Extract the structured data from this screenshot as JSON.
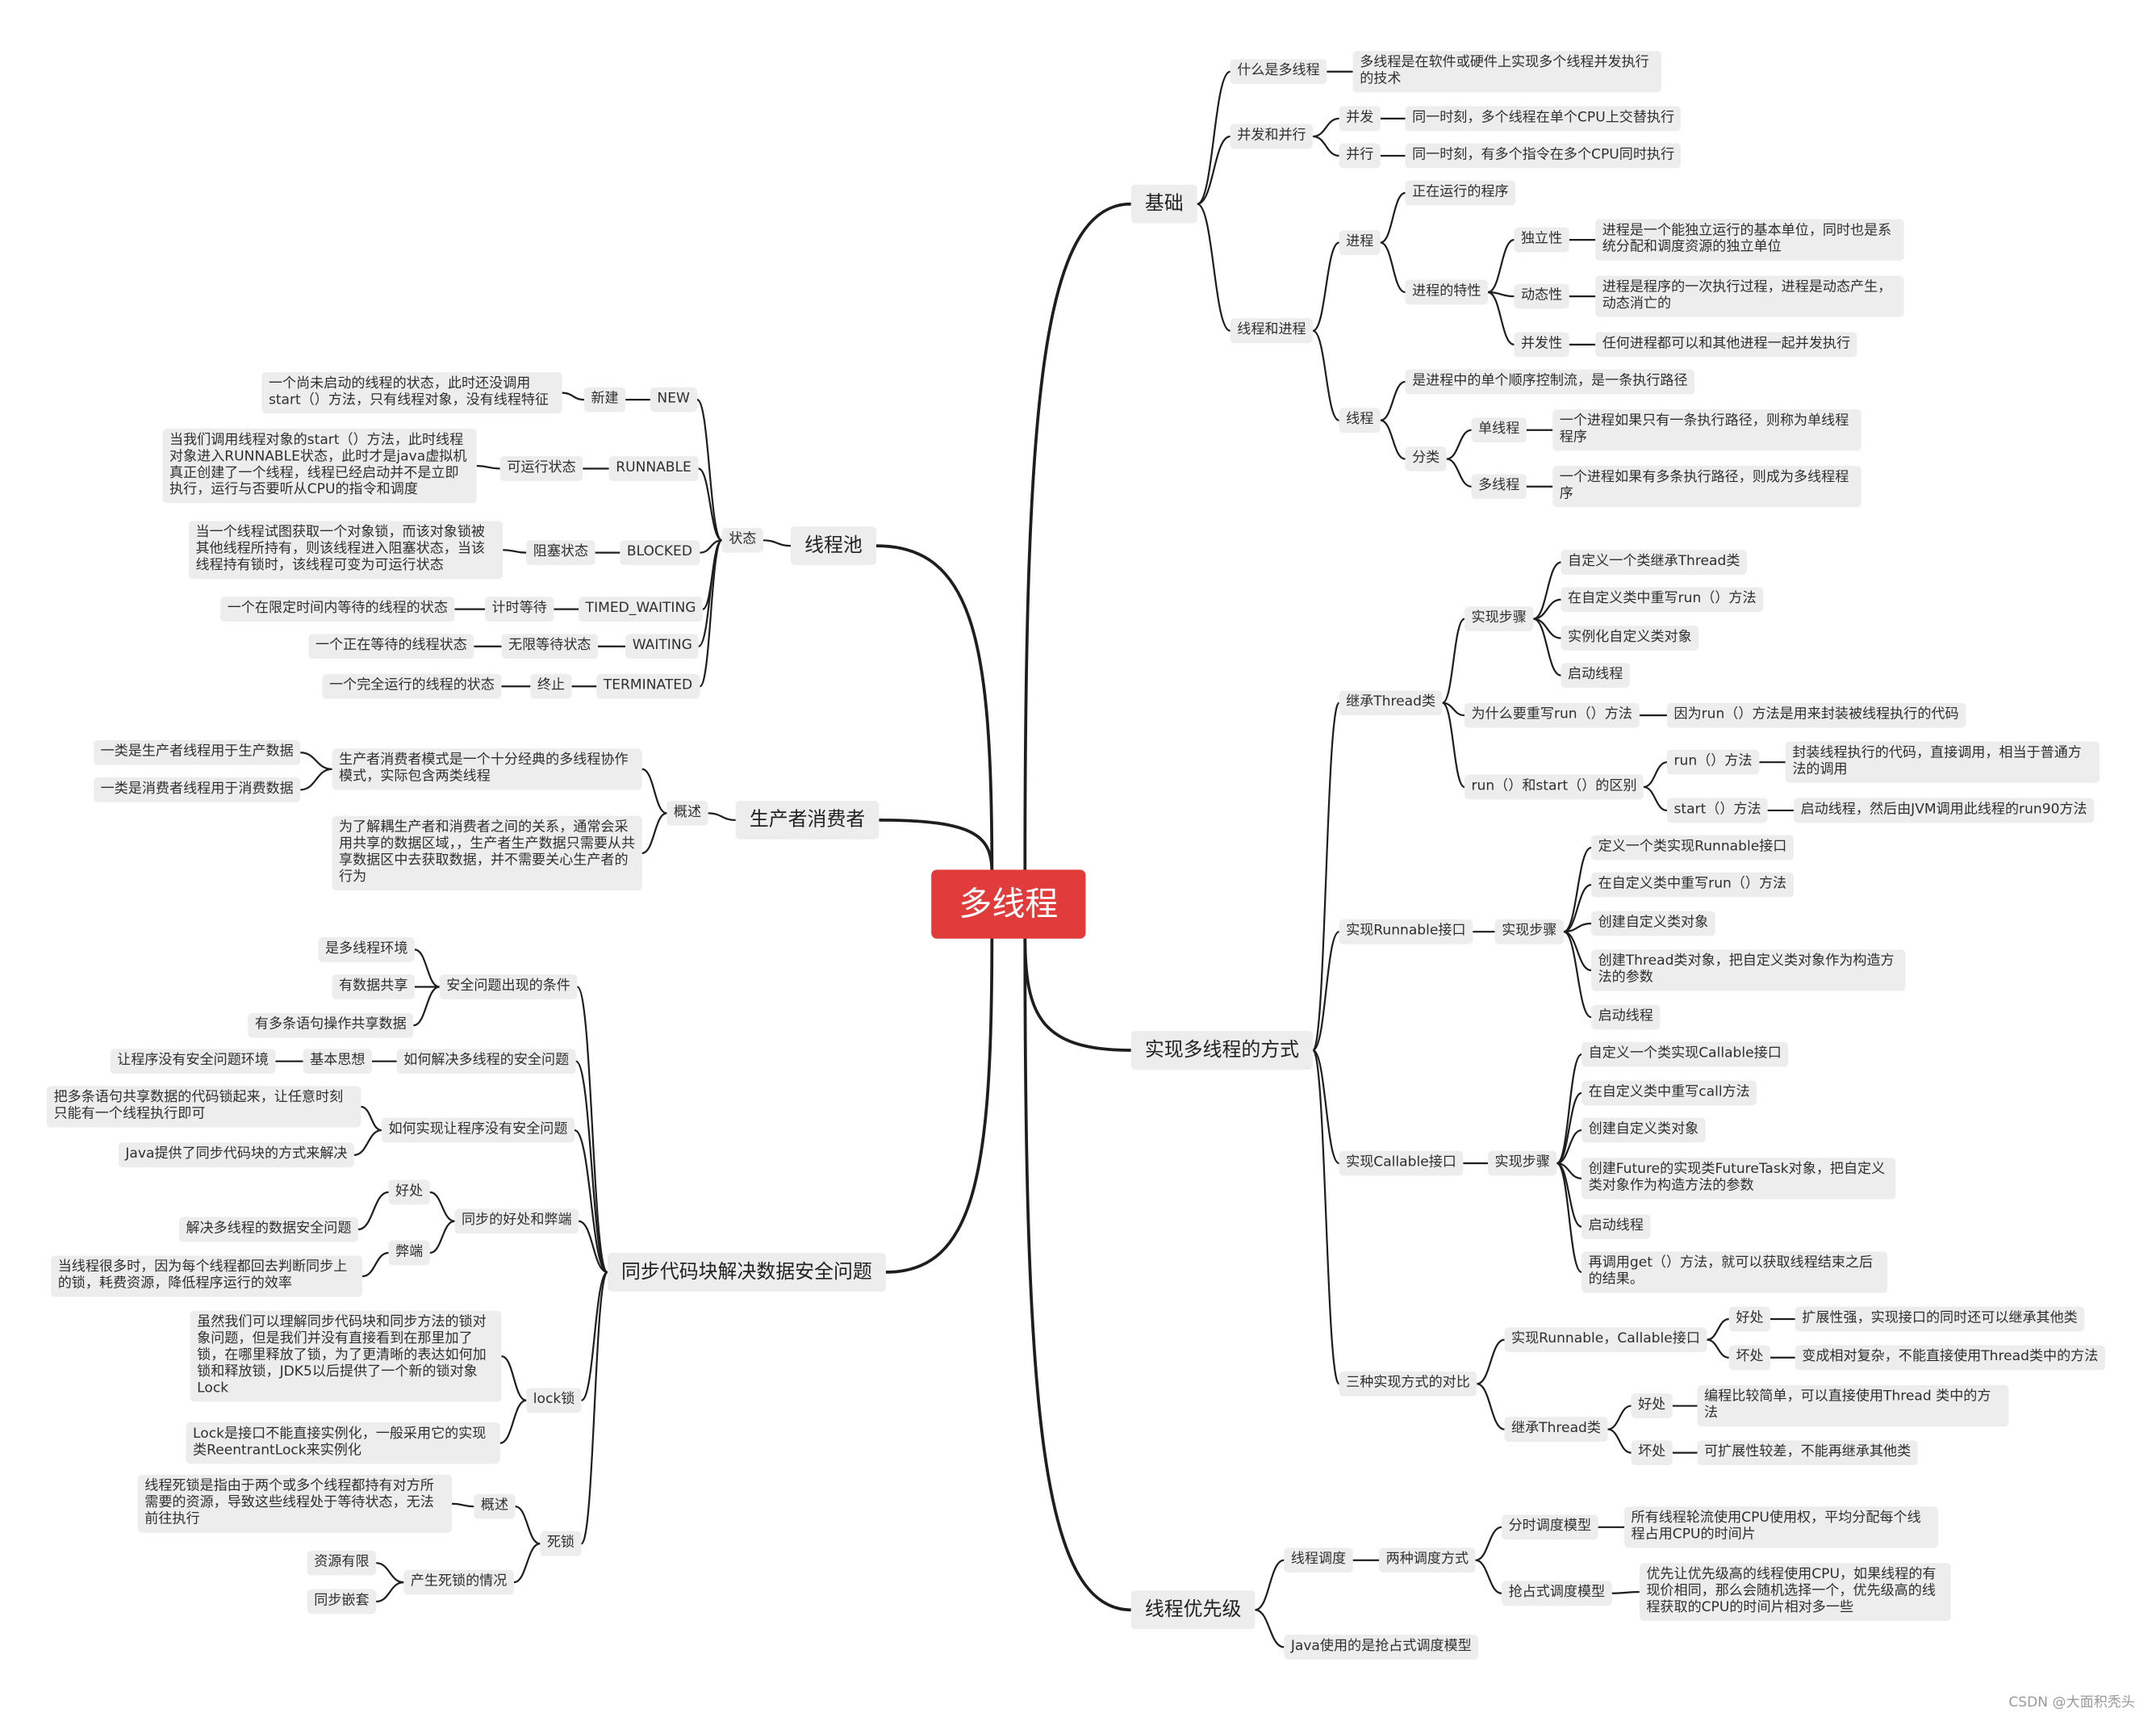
{
  "title": "多线程",
  "watermark": "CSDN @大面积秃头",
  "branches": {
    "basics": {
      "label": "基础",
      "what": {
        "label": "什么是多线程",
        "def": "多线程是在软件或硬件上实现多个线程并发执行的技术"
      },
      "conc": {
        "label": "并发和并行",
        "con": "并发",
        "con_def": "同一时刻，多个线程在单个CPU上交替执行",
        "par": "并行",
        "par_def": "同一时刻，有多个指令在多个CPU同时执行"
      },
      "pt": {
        "label": "线程和进程",
        "process": "进程",
        "running": "正在运行的程序",
        "traits": "进程的特性",
        "indep": "独立性",
        "indep_def": "进程是一个能独立运行的基本单位，同时也是系统分配和调度资源的独立单位",
        "dyn": "动态性",
        "dyn_def": "进程是程序的一次执行过程，进程是动态产生，动态消亡的",
        "concur": "并发性",
        "concur_def": "任何进程都可以和其他进程一起并发执行",
        "thread": "线程",
        "thread_def": "是进程中的单个顺序控制流，是一条执行路径",
        "cls": "分类",
        "single": "单线程",
        "single_def": "一个进程如果只有一条执行路径，则称为单线程程序",
        "multi": "多线程",
        "multi_def": "一个进程如果有多条执行路径，则成为多线程程序"
      }
    },
    "impl": {
      "label": "实现多线程的方式",
      "ext": {
        "label": "继承Thread类",
        "steps": "实现步骤",
        "s1": "自定义一个类继承Thread类",
        "s2": "在自定义类中重写run（）方法",
        "s3": "实例化自定义类对象",
        "s4": "启动线程",
        "why": "为什么要重写run（）方法",
        "why_def": "因为run（）方法是用来封装被线程执行的代码",
        "diff": "run（）和start（）的区别",
        "run": "run（）方法",
        "run_def": "封装线程执行的代码，直接调用，相当于普通方法的调用",
        "start": "start（）方法",
        "start_def": "启动线程，然后由JVM调用此线程的run90方法"
      },
      "runnable": {
        "label": "实现Runnable接口",
        "steps": "实现步骤",
        "s1": "定义一个类实现Runnable接口",
        "s2": "在自定义类中重写run（）方法",
        "s3": "创建自定义类对象",
        "s4": "创建Thread类对象，把自定义类对象作为构造方法的参数",
        "s5": "启动线程"
      },
      "callable": {
        "label": "实现Callable接口",
        "steps": "实现步骤",
        "s1": "自定义一个类实现Callable接口",
        "s2": "在自定义类中重写call方法",
        "s3": "创建自定义类对象",
        "s4": "创建Future的实现类FutureTask对象，把自定义类对象作为构造方法的参数",
        "s5": "启动线程",
        "s6": "再调用get（）方法，就可以获取线程结束之后的结果。"
      },
      "compare": {
        "label": "三种实现方式的对比",
        "rc": "实现Runnable，Callable接口",
        "rc_good": "好处",
        "rc_good_def": "扩展性强，实现接口的同时还可以继承其他类",
        "rc_bad": "坏处",
        "rc_bad_def": "变成相对复杂，不能直接使用Thread类中的方法",
        "th": "继承Thread类",
        "th_good": "好处",
        "th_good_def": "编程比较简单，可以直接使用Thread 类中的方法",
        "th_bad": "坏处",
        "th_bad_def": "可扩展性较差，不能再继承其他类"
      }
    },
    "priority": {
      "label": "线程优先级",
      "sched": "线程调度",
      "models": "两种调度方式",
      "ts": "分时调度模型",
      "ts_def": "所有线程轮流使用CPU使用权，平均分配每个线程占用CPU的时间片",
      "pre": "抢占式调度模型",
      "pre_def": "优先让优先级高的线程使用CPU，如果线程的有现价相同，那么会随机选择一个，优先级高的线程获取的CPU的时间片相对多一些",
      "java": "Java使用的是抢占式调度模型"
    },
    "pool": {
      "label": "线程池",
      "state": "状态",
      "new_en": "NEW",
      "new_cn": "新建",
      "new_def": "一个尚未启动的线程的状态，此时还没调用start（）方法，只有线程对象，没有线程特征",
      "run_en": "RUNNABLE",
      "run_cn": "可运行状态",
      "run_def": "当我们调用线程对象的start（）方法，此时线程对象进入RUNNABLE状态，此时才是java虚拟机真正创建了一个线程，线程已经启动并不是立即执行，运行与否要听从CPU的指令和调度",
      "blk_en": "BLOCKED",
      "blk_cn": "阻塞状态",
      "blk_def": "当一个线程试图获取一个对象锁，而该对象锁被其他线程所持有，则该线程进入阻塞状态，当该线程持有锁时，该线程可变为可运行状态",
      "tw_en": "TIMED_WAITING",
      "tw_cn": "计时等待",
      "tw_def": "一个在限定时间内等待的线程的状态",
      "w_en": "WAITING",
      "w_cn": "无限等待状态",
      "w_def": "一个正在等待的线程状态",
      "t_en": "TERMINATED",
      "t_cn": "终止",
      "t_def": "一个完全运行的线程的状态"
    },
    "pc": {
      "label": "生产者消费者",
      "overview": "概述",
      "desc": "生产者消费者模式是一个十分经典的多线程协作模式，实际包含两类线程",
      "prod": "一类是生产者线程用于生产数据",
      "cons": "一类是消费者线程用于消费数据",
      "detail": "为了解耦生产者和消费者之间的关系，通常会采用共享的数据区域，，生产者生产数据只需要从共享数据区中去获取数据，并不需要关心生产者的行为"
    },
    "sync": {
      "label": "同步代码块解决数据安全问题",
      "cond": "安全问题出现的条件",
      "c1": "是多线程环境",
      "c2": "有数据共享",
      "c3": "有多条语句操作共享数据",
      "solve": "如何解决多线程的安全问题",
      "basic": "基本思想",
      "basic_def": "让程序没有安全问题环境",
      "how": "如何实现让程序没有安全问题",
      "how1": "把多条语句共享数据的代码锁起来，让任意时刻只能有一个线程执行即可",
      "how2": "Java提供了同步代码块的方式来解决",
      "pros": "同步的好处和弊端",
      "good": "好处",
      "good_def": "解决多线程的数据安全问题",
      "bad": "弊端",
      "bad_def": "当线程很多时，因为每个线程都回去判断同步上的锁，耗费资源，降低程序运行的效率",
      "lock": "lock锁",
      "lock1": "虽然我们可以理解同步代码块和同步方法的锁对象问题，但是我们并没有直接看到在那里加了锁，在哪里释放了锁，为了更清晰的表达如何加锁和释放锁，JDK5以后提供了一个新的锁对象Lock",
      "lock2": "Lock是接口不能直接实例化，一般采用它的实现类ReentrantLock来实例化",
      "dead": "死锁",
      "dead_ov": "概述",
      "dead_def": "线程死锁是指由于两个或多个线程都持有对方所需要的资源，导致这些线程处于等待状态，无法前往执行",
      "dead_cause": "产生死锁的情况",
      "limited": "资源有限",
      "nested": "同步嵌套"
    }
  }
}
